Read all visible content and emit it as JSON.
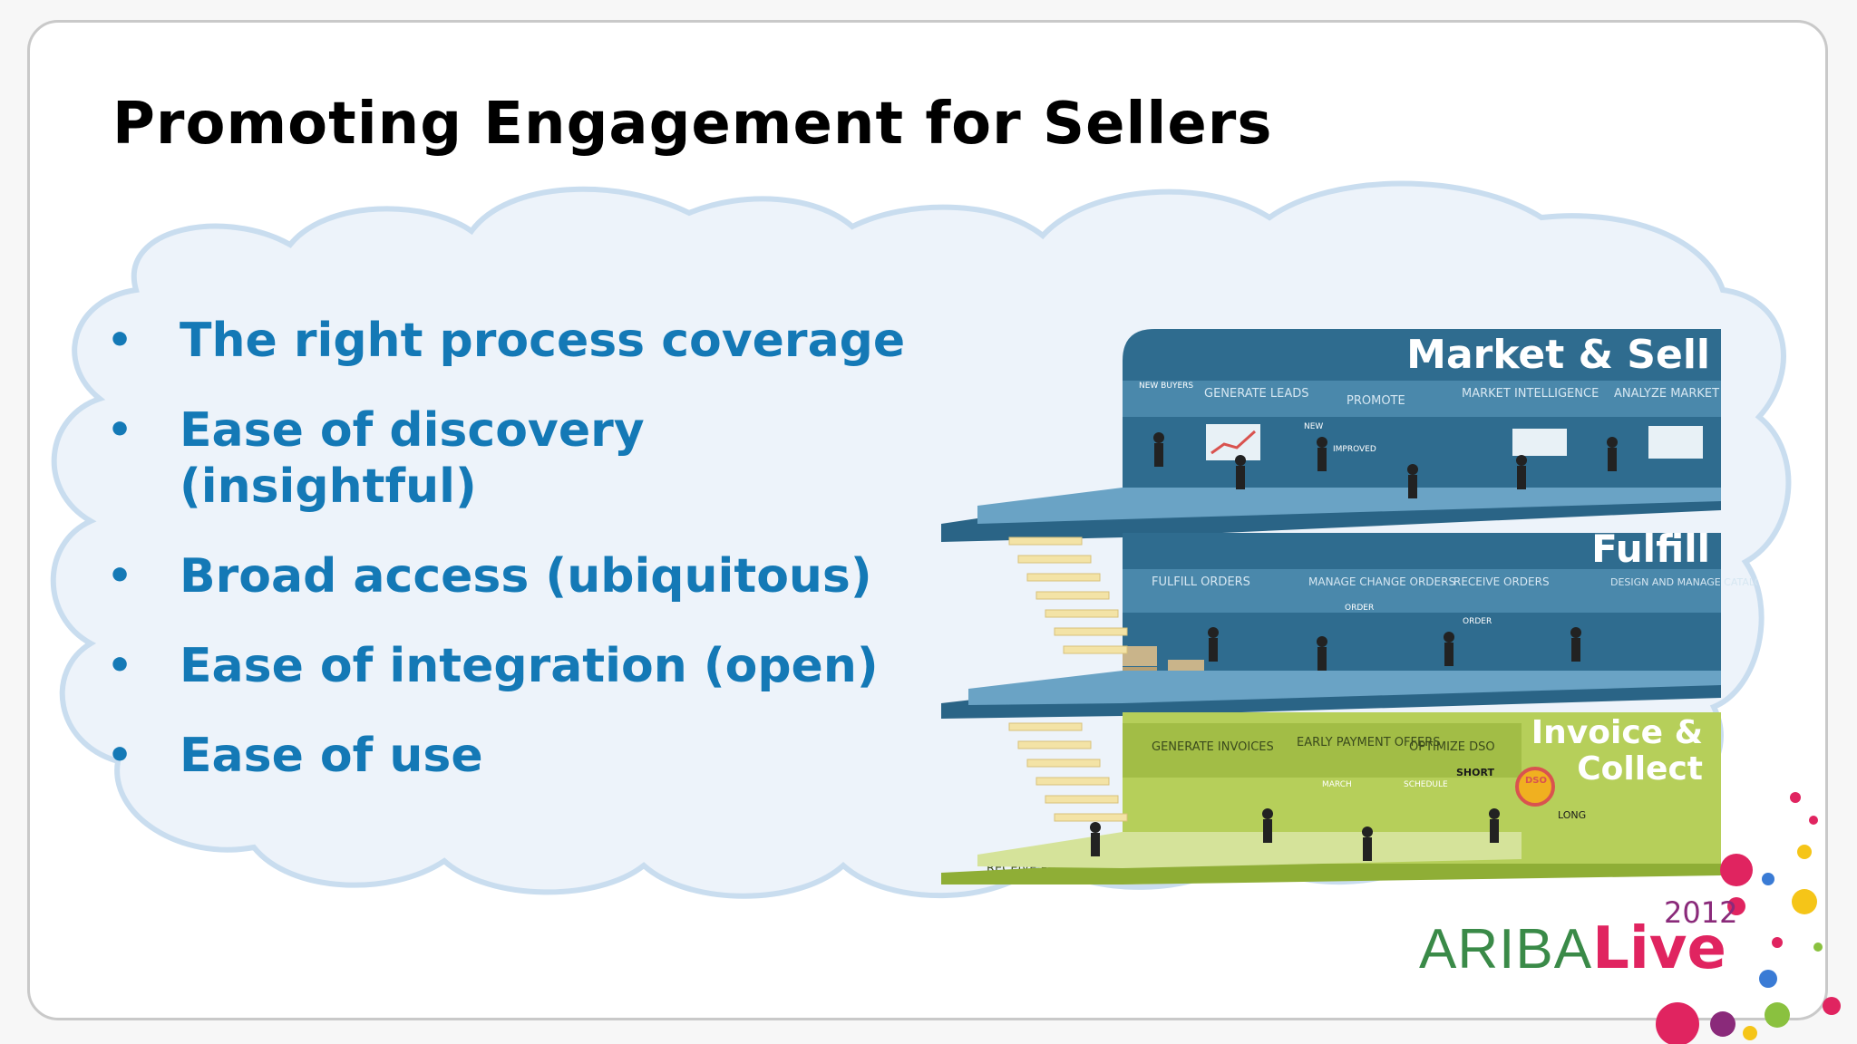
{
  "slide": {
    "title": "Promoting Engagement for Sellers",
    "bullets": [
      {
        "marker": "•",
        "text": "The right process coverage"
      },
      {
        "marker": "•",
        "text": "Ease of discovery (insightful)"
      },
      {
        "marker": "•",
        "text": "Broad access (ubiquitous)"
      },
      {
        "marker": "•",
        "text": "Ease of integration (open)"
      },
      {
        "marker": "•",
        "text": "Ease of use"
      }
    ]
  },
  "illustration": {
    "levels": {
      "market_sell": {
        "title": "Market & Sell",
        "steps": [
          "GENERATE LEADS",
          "PROMOTE",
          "MARKET INTELLIGENCE",
          "ANALYZE MARKET"
        ],
        "tags": [
          "NEW BUYERS",
          "NEW",
          "IMPROVED"
        ]
      },
      "fulfill": {
        "title": "Fulfill",
        "steps": [
          "FULFILL ORDERS",
          "MANAGE CHANGE ORDERS",
          "RECEIVE ORDERS",
          "DESIGN AND MANAGE CATALOGS"
        ],
        "tags": [
          "ORDER",
          "ORDER"
        ]
      },
      "invoice_collect": {
        "title_line1": "Invoice &",
        "title_line2": "Collect",
        "steps": [
          "GENERATE INVOICES",
          "EARLY PAYMENT OFFERS",
          "OPTIMIZE DSO",
          "RECEIVE PAYMENTS"
        ],
        "tags": [
          "MARCH",
          "SCHEDULE",
          "SHORT",
          "DSO",
          "LONG"
        ]
      }
    },
    "colors": {
      "market_sell": "#2f6c8f",
      "fulfill": "#2f6c8f",
      "invoice_collect": "#b6cf5a",
      "cloud": "#eaf2fa"
    }
  },
  "branding": {
    "logo_ariba": "ARIBA",
    "logo_live": "Live",
    "logo_year": "2012"
  }
}
